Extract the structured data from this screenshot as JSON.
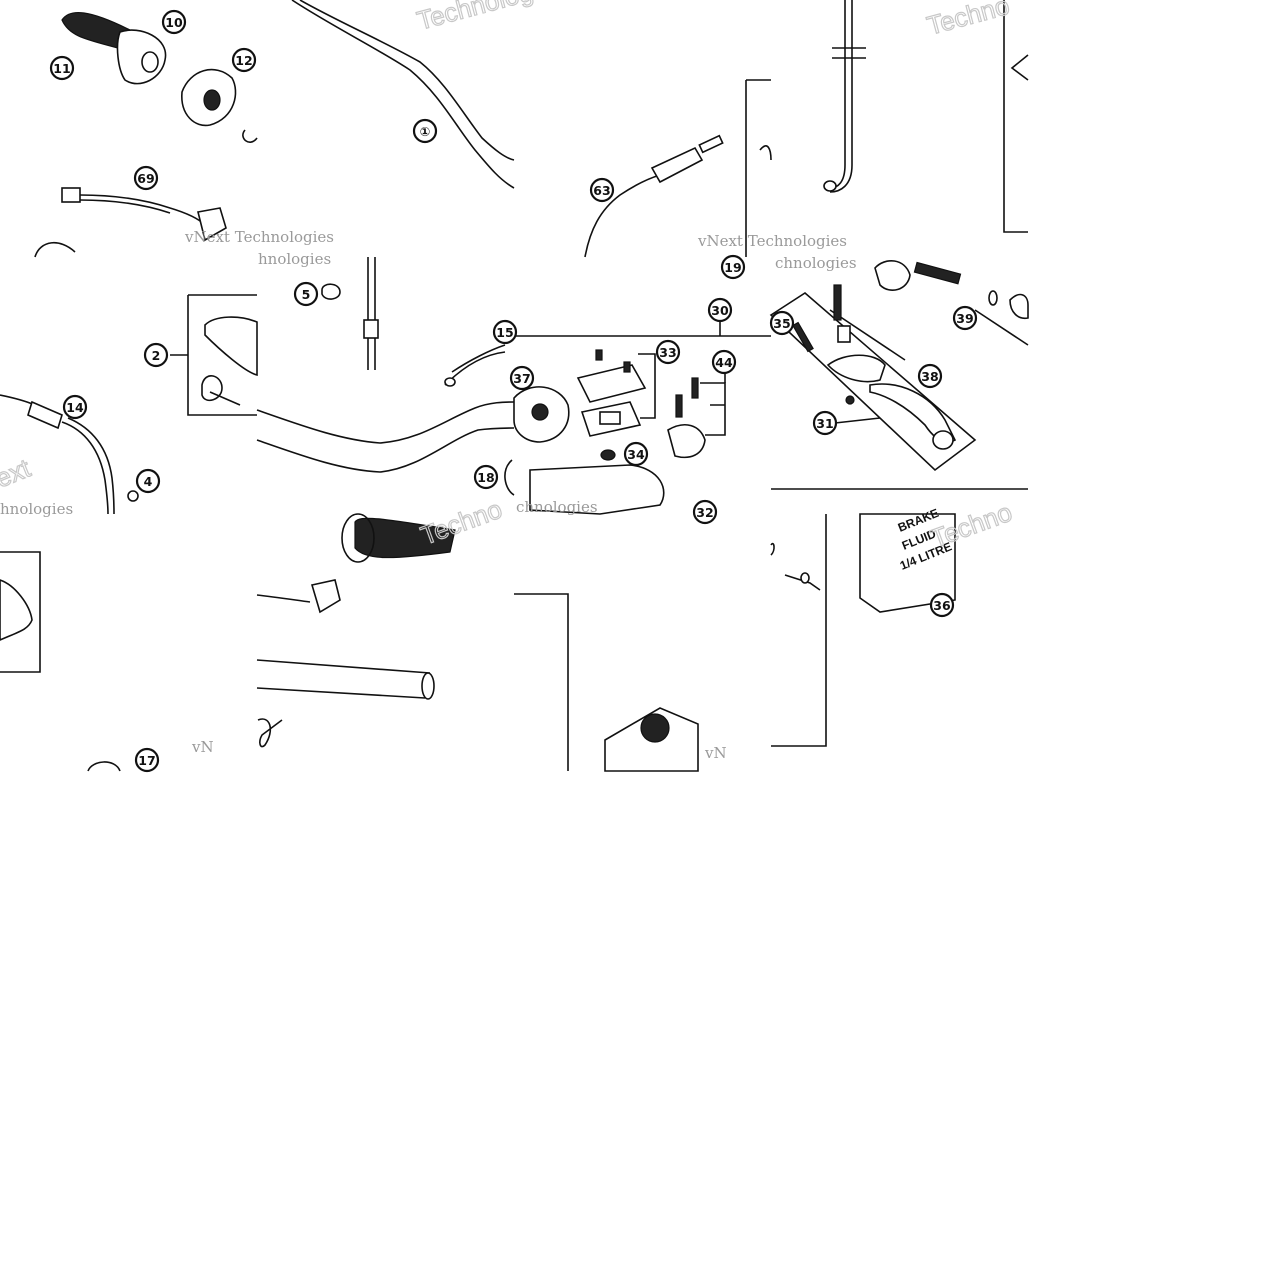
{
  "diagram": {
    "callouts": [
      {
        "id": "c-11",
        "label": "11"
      },
      {
        "id": "c-10",
        "label": "10"
      },
      {
        "id": "c-12",
        "label": "12"
      },
      {
        "id": "c-69",
        "label": "69"
      },
      {
        "id": "c-1",
        "label": "①"
      },
      {
        "id": "c-63",
        "label": "63"
      },
      {
        "id": "c-19",
        "label": "19"
      },
      {
        "id": "c-5",
        "label": "5"
      },
      {
        "id": "c-15",
        "label": "15"
      },
      {
        "id": "c-2",
        "label": "2"
      },
      {
        "id": "c-14",
        "label": "14"
      },
      {
        "id": "c-4",
        "label": "4"
      },
      {
        "id": "c-30",
        "label": "30"
      },
      {
        "id": "c-33",
        "label": "33"
      },
      {
        "id": "c-44",
        "label": "44"
      },
      {
        "id": "c-37",
        "label": "37"
      },
      {
        "id": "c-34",
        "label": "34"
      },
      {
        "id": "c-18",
        "label": "18"
      },
      {
        "id": "c-32",
        "label": "32"
      },
      {
        "id": "c-35",
        "label": "35"
      },
      {
        "id": "c-38",
        "label": "38"
      },
      {
        "id": "c-31",
        "label": "31"
      },
      {
        "id": "c-39",
        "label": "39"
      },
      {
        "id": "c-17",
        "label": "17"
      },
      {
        "id": "c-36",
        "label": "36"
      }
    ],
    "watermarks": {
      "vnext_technologies": "vNext Technologies",
      "technologies": "Technologies",
      "techno": "Techno",
      "vnext": "vNext",
      "vn": "vN",
      "chnologies": "chnologies",
      "ext": "ext",
      "hnologies": "hnologies"
    },
    "brake_fluid_label": [
      "BRAKE",
      "FLUID",
      "1/4 LITRE"
    ]
  }
}
